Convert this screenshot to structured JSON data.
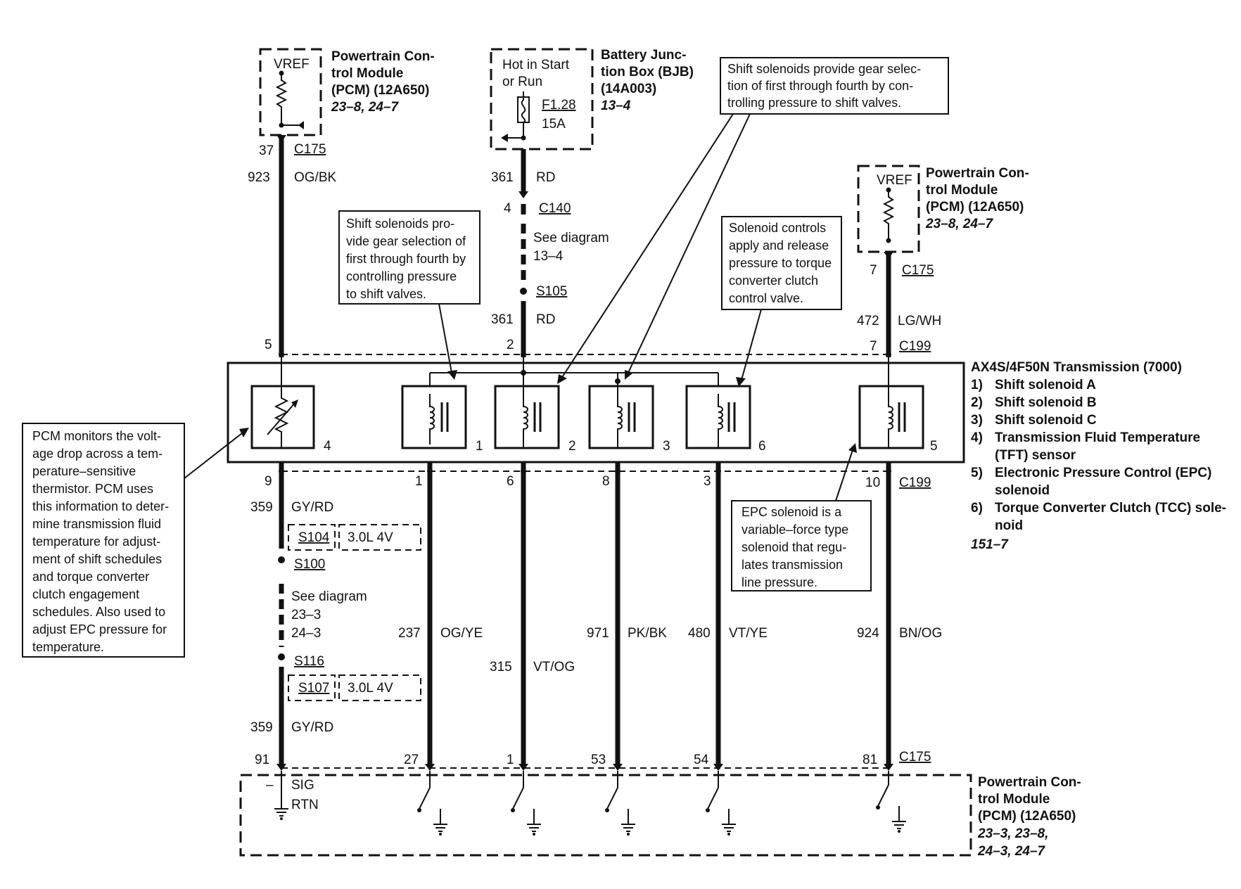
{
  "pcm_top_left": {
    "vref": "VREF",
    "title": [
      "Powertrain Con-",
      "trol Module",
      "(PCM) (12A650)"
    ],
    "ref": "23–8, 24–7",
    "pin": "37",
    "connector": "C175"
  },
  "bjb": {
    "text": [
      "Hot in Start",
      "or Run"
    ],
    "fuse": "F1.28",
    "amps": "15A",
    "title": [
      "Battery Junc-",
      "tion Box (BJB)",
      "(14A003)"
    ],
    "ref": "13–4"
  },
  "pcm_top_right": {
    "vref": "VREF",
    "title": [
      "Powertrain Con-",
      "trol Module",
      "(PCM) (12A650)"
    ],
    "ref": "23–8, 24–7",
    "pin": "7",
    "connector": "C175"
  },
  "upper_wires": {
    "left": {
      "circuit": "923",
      "color": "OG/BK",
      "tpin": "5"
    },
    "center": {
      "circuit_top": "361",
      "color_top": "RD",
      "c140_pin": "4",
      "c140": "C140",
      "see": [
        "See diagram",
        "13–4"
      ],
      "splice": "S105",
      "circuit_bottom": "361",
      "color_bottom": "RD",
      "tpin": "2"
    },
    "right": {
      "circuit": "472",
      "color": "LG/WH",
      "tpin": "7",
      "connector": "C199"
    }
  },
  "transmission": {
    "title": "AX4S/4F50N Transmission (7000)",
    "items": [
      {
        "n": "1)",
        "text": [
          "Shift solenoid A"
        ]
      },
      {
        "n": "2)",
        "text": [
          "Shift solenoid B"
        ]
      },
      {
        "n": "3)",
        "text": [
          "Shift solenoid C"
        ]
      },
      {
        "n": "4)",
        "text": [
          "Transmission Fluid Temperature",
          "(TFT) sensor"
        ]
      },
      {
        "n": "5)",
        "text": [
          "Electronic Pressure Control (EPC)",
          "solenoid"
        ]
      },
      {
        "n": "6)",
        "text": [
          "Torque Converter Clutch (TCC) sole-",
          "noid"
        ]
      }
    ],
    "ref": "151–7",
    "component_numbers": [
      "4",
      "1",
      "2",
      "3",
      "6",
      "5"
    ]
  },
  "notes": {
    "shift_center": [
      "Shift solenoids pro-",
      "vide gear selection of",
      "first through fourth by",
      "controlling pressure",
      "to shift valves."
    ],
    "shift_top": [
      "Shift solenoids provide gear selec-",
      "tion of first through fourth by con-",
      "trolling pressure to shift valves."
    ],
    "tcc": [
      "Solenoid controls",
      "apply and release",
      "pressure to torque",
      "converter clutch",
      "control valve."
    ],
    "pcm": [
      "PCM monitors the volt-",
      "age drop across a tem-",
      "perature–sensitive",
      "thermistor. PCM uses",
      "this information to deter-",
      "mine transmission fluid",
      "temperature for adjust-",
      "ment of shift schedules",
      "and torque converter",
      "clutch engagement",
      "schedules. Also used to",
      "adjust EPC pressure for",
      "temperature."
    ],
    "epc": [
      "EPC solenoid is a",
      "variable–force type",
      "solenoid that regu-",
      "lates transmission",
      "line pressure."
    ]
  },
  "lower_wires": {
    "tft": {
      "tpin": "9",
      "circuit": "359",
      "color": "GY/RD",
      "s104": "S104",
      "engine1": "3.0L 4V",
      "s100": "S100",
      "see": [
        "See diagram",
        "23–3",
        "24–3"
      ],
      "s116": "S116",
      "s107": "S107",
      "engine2": "3.0L 4V",
      "circuit2": "359",
      "color2": "GY/RD",
      "pcm_pin": "91"
    },
    "sol_a": {
      "tpin": "1",
      "circuit": "237",
      "color": "OG/YE",
      "pcm_pin": "27"
    },
    "sol_b": {
      "tpin": "6",
      "circuit": "315",
      "color": "VT/OG",
      "pcm_pin": "1"
    },
    "sol_c": {
      "tpin": "8",
      "circuit": "971",
      "color": "PK/BK",
      "pcm_pin": "53"
    },
    "tcc": {
      "tpin": "3",
      "circuit": "480",
      "color": "VT/YE",
      "pcm_pin": "54"
    },
    "epc": {
      "tpin": "10",
      "connector": "C199",
      "circuit": "924",
      "color": "BN/OG",
      "pcm_pin": "81",
      "pcm_connector": "C175"
    }
  },
  "pcm_bottom": {
    "minus": "–",
    "sig": "SIG",
    "rtn": "RTN",
    "title": [
      "Powertrain Con-",
      "trol Module",
      "(PCM) (12A650)"
    ],
    "ref": [
      "23–3, 23–8,",
      "24–3, 24–7"
    ]
  }
}
